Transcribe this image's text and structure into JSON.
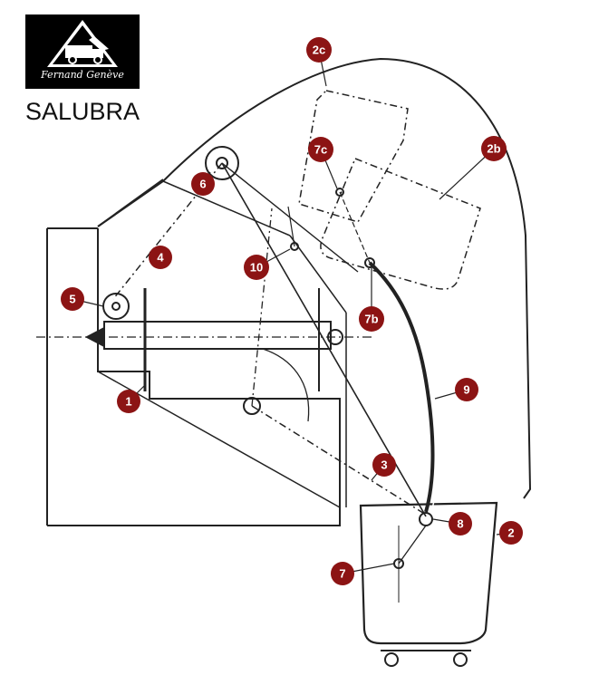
{
  "logo": {
    "signature": "Fernand Genève",
    "brand": "SALUBRA"
  },
  "callouts": [
    {
      "id": "c1",
      "label": "1"
    },
    {
      "id": "c2",
      "label": "2"
    },
    {
      "id": "c2b",
      "label": "2b"
    },
    {
      "id": "c2c",
      "label": "2c"
    },
    {
      "id": "c3",
      "label": "3"
    },
    {
      "id": "c4",
      "label": "4"
    },
    {
      "id": "c5",
      "label": "5"
    },
    {
      "id": "c6",
      "label": "6"
    },
    {
      "id": "c7",
      "label": "7"
    },
    {
      "id": "c7b",
      "label": "7b"
    },
    {
      "id": "c7c",
      "label": "7c"
    },
    {
      "id": "c8",
      "label": "8"
    },
    {
      "id": "c9",
      "label": "9"
    },
    {
      "id": "c10",
      "label": "10"
    }
  ],
  "colors": {
    "callout_fill": "#8c1414",
    "line": "#222222",
    "logo_background": "#000000"
  }
}
